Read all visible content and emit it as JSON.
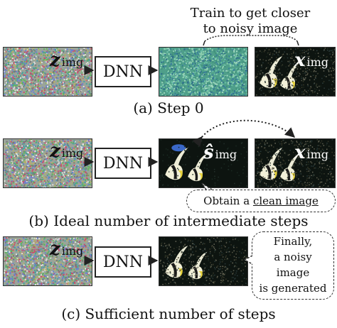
{
  "row_a": {
    "note": "Train to get closer\nto noisy image",
    "input_symbol": "z",
    "input_sub": "img",
    "dnn_label": "DNN",
    "target_symbol": "x",
    "target_sub": "img",
    "caption": "(a) Step 0"
  },
  "row_b": {
    "input_symbol": "z",
    "input_sub": "img",
    "dnn_label": "DNN",
    "output_symbol": "ŝ",
    "output_sub": "img",
    "target_symbol": "x",
    "target_sub": "img",
    "bubble_prefix": "Obtain a ",
    "bubble_underlined": "clean image",
    "caption": "(b) Ideal number of intermediate steps"
  },
  "row_c": {
    "input_symbol": "z",
    "input_sub": "img",
    "dnn_label": "DNN",
    "bubble_text": "Finally,\na noisy\nimage\nis generated",
    "caption": "(c) Sufficient number of steps"
  },
  "colors": {
    "noise_gray": "#9aa49a",
    "noise_green": "#4f9f8a",
    "fish_bg": "#0d1410",
    "stroke": "#222222"
  }
}
